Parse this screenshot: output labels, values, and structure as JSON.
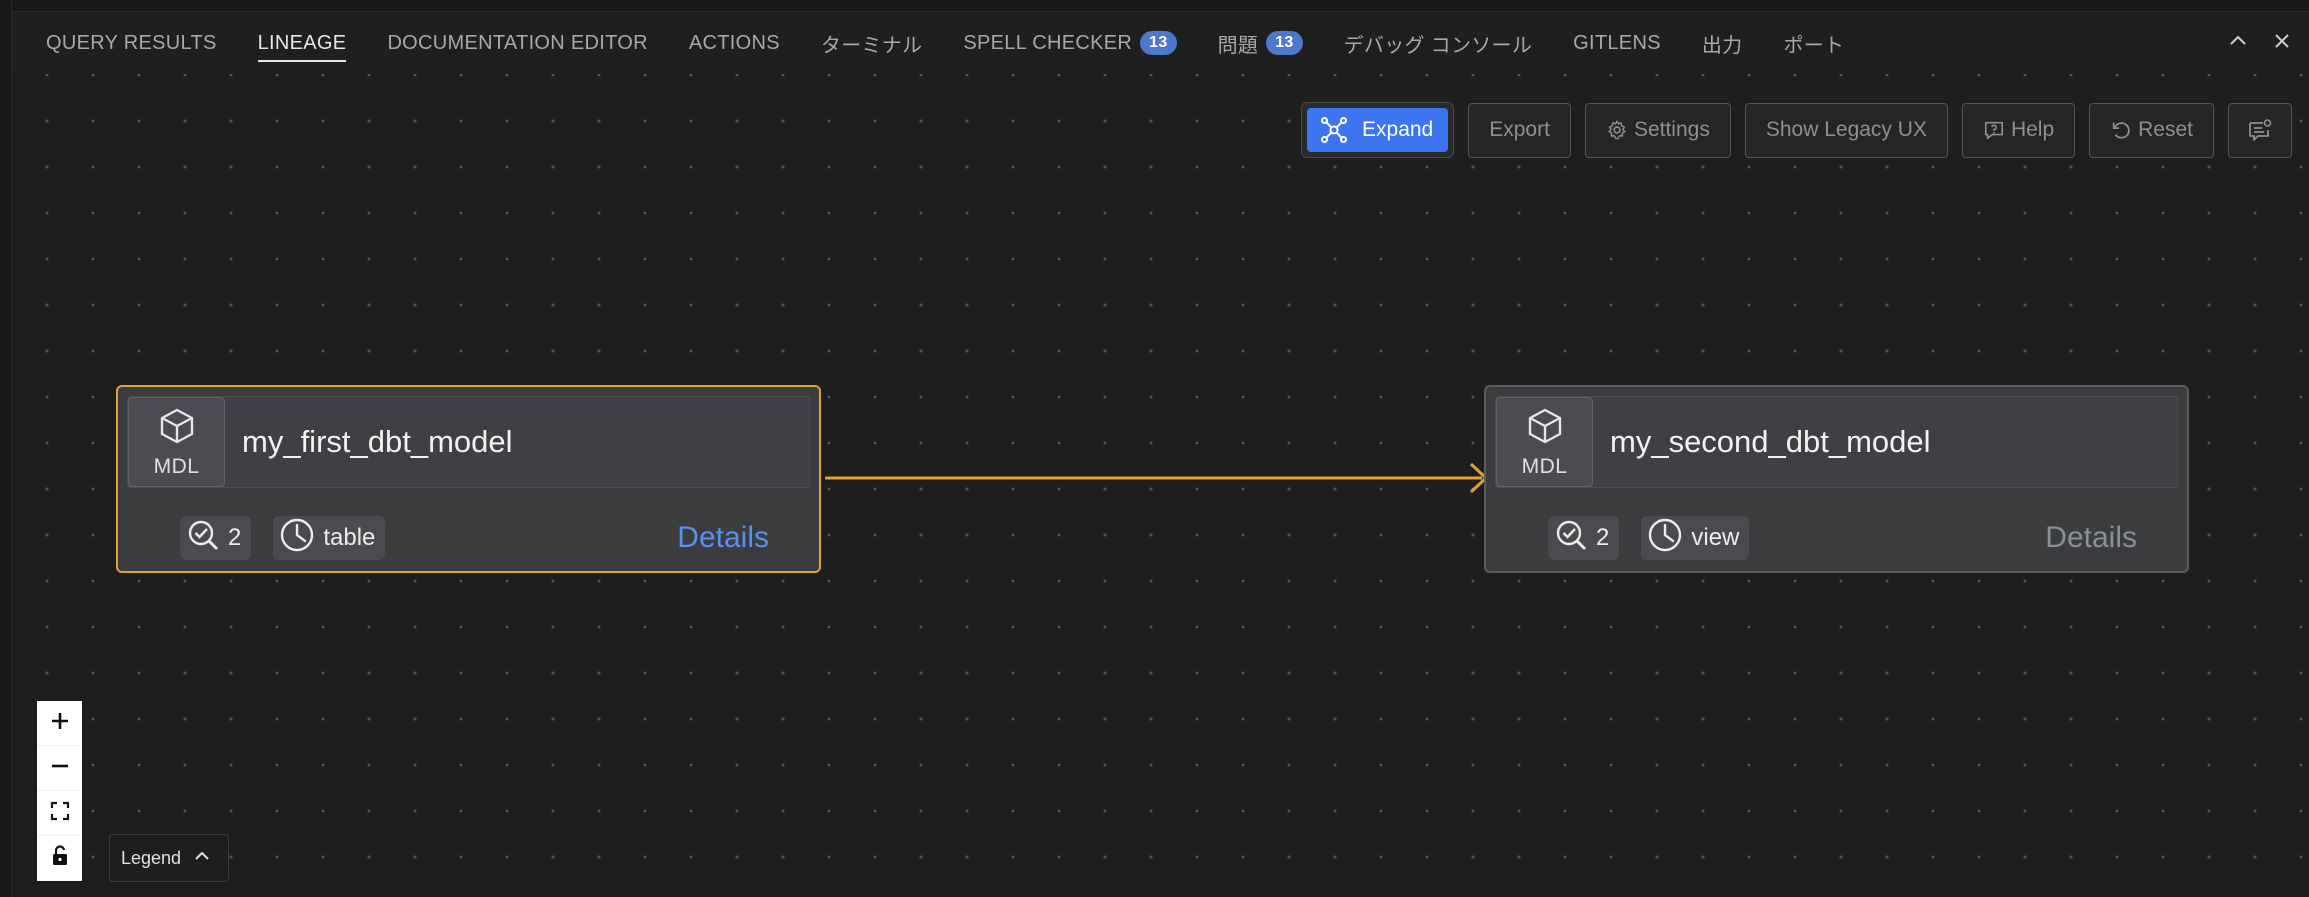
{
  "tabs": [
    {
      "label": "QUERY RESULTS"
    },
    {
      "label": "LINEAGE"
    },
    {
      "label": "DOCUMENTATION EDITOR"
    },
    {
      "label": "ACTIONS"
    },
    {
      "label": "ターミナル"
    },
    {
      "label": "SPELL CHECKER",
      "badge": "13"
    },
    {
      "label": "問題",
      "badge": "13"
    },
    {
      "label": "デバッグ コンソール"
    },
    {
      "label": "GITLENS"
    },
    {
      "label": "出力"
    },
    {
      "label": "ポート"
    }
  ],
  "active_tab": "LINEAGE",
  "tab_actions": {
    "maximize_icon": "chevron-up-icon",
    "close_icon": "close-icon"
  },
  "toolbar": {
    "expand": "Expand",
    "export": "Export",
    "settings": "Settings",
    "show_legacy": "Show Legacy UX",
    "help": "Help",
    "reset": "Reset",
    "feedback_icon": "feedback-icon"
  },
  "nodes": [
    {
      "type": "MDL",
      "title": "my_first_dbt_model",
      "tests": "2",
      "materialization": "table",
      "details": "Details",
      "selected": true
    },
    {
      "type": "MDL",
      "title": "my_second_dbt_model",
      "tests": "2",
      "materialization": "view",
      "details": "Details",
      "selected": false
    }
  ],
  "legend": {
    "label": "Legend"
  },
  "colors": {
    "accent": "#3d74f0",
    "selected_border": "#e3a132",
    "edge": "#e3a132",
    "badge": "#4d78cc"
  }
}
